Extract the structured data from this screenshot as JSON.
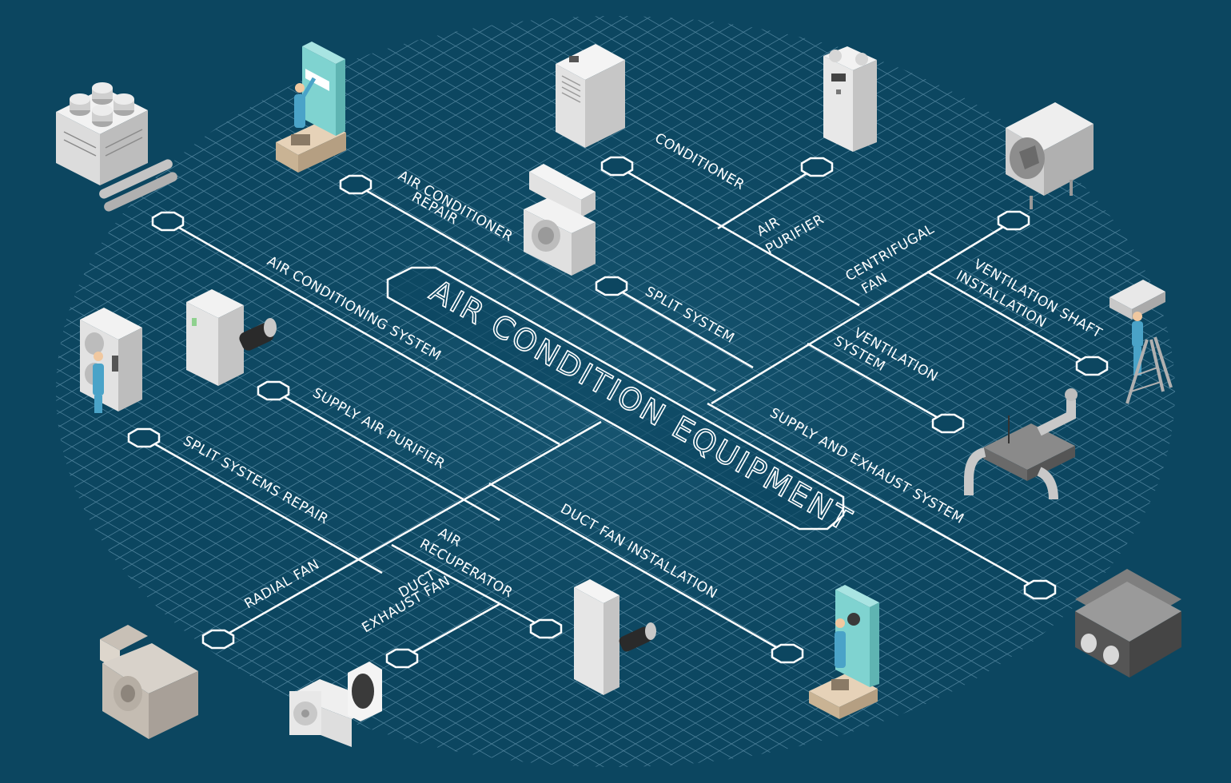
{
  "title": "AIR CONDITION EQUIPMENT",
  "labels": {
    "conditioner": "CONDITIONER",
    "air_purifier_1": "AIR",
    "air_purifier_2": "PURIFIER",
    "ac_repair_1": "AIR CONDITIONER",
    "ac_repair_2": "REPAIR",
    "centrifugal_1": "CENTRIFUGAL",
    "centrifugal_2": "FAN",
    "vent_shaft_1": "VENTILATION SHAFT",
    "vent_shaft_2": "INSTALLATION",
    "split_system": "SPLIT SYSTEM",
    "ac_system": "AIR CONDITIONING SYSTEM",
    "vent_system_1": "VENTILATION",
    "vent_system_2": "SYSTEM",
    "supply_exhaust": "SUPPLY AND EXHAUST SYSTEM",
    "supply_purifier": "SUPPLY AIR PURIFIER",
    "split_repair": "SPLIT SYSTEMS REPAIR",
    "radial_fan": "RADIAL FAN",
    "recuperator_1": "AIR",
    "recuperator_2": "RECUPERATOR",
    "duct_fan_install": "DUCT FAN INSTALLATION",
    "duct_exhaust_1": "DUCT",
    "duct_exhaust_2": "EXHAUST FAN"
  },
  "colors": {
    "background": "#0c4660",
    "grid": "#4b7f98",
    "line": "#ffffff",
    "equipment_light": "#e8e8e8",
    "equipment_mid": "#bdbdbd",
    "equipment_dark": "#6e6e6e",
    "worker": "#4aa3c8",
    "wall": "#7fd3d0"
  }
}
